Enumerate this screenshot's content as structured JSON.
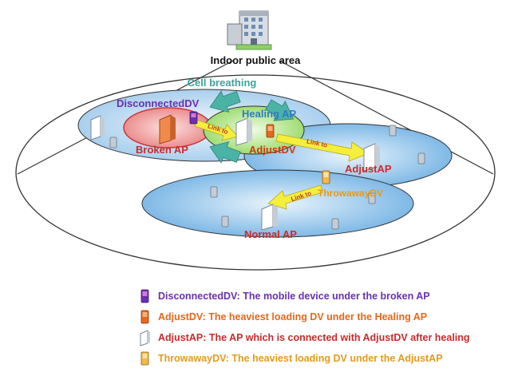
{
  "header": {
    "building_icon": "building-icon",
    "title": "Indoor public area"
  },
  "diagram": {
    "cell_breathing_label": "Cell breathing",
    "healing_ap_label": "Healing AP",
    "broken_ap_label": "Broken AP",
    "disconnected_dv_label": "DisconnectedDV",
    "adjust_dv_label": "AdjustDV",
    "adjust_ap_label": "AdjustAP",
    "throwaway_dv_label": "ThrowawayDV",
    "normal_ap_label": "Normal AP",
    "link_to_label": "Link to"
  },
  "colors": {
    "purple": "#6a2fb3",
    "orange": "#e8671b",
    "red": "#cc2a2a",
    "gold": "#e69a1c",
    "blue_cell": "#7cb8e6",
    "green_cell": "#a8e07a",
    "teal": "#37a69b",
    "arrow_yellow": "#f4ee3c"
  },
  "legend": [
    {
      "icon": "disconnected-dv-icon",
      "text": "DisconnectedDV: The mobile device under the broken AP",
      "color": "#6a2fb3"
    },
    {
      "icon": "adjust-dv-icon",
      "text": "AdjustDV: The heaviest loading DV under the Healing AP",
      "color": "#e8671b"
    },
    {
      "icon": "adjust-ap-icon",
      "text": "AdjustAP: The AP which is connected with AdjustDV after healing",
      "color": "#cc2a2a"
    },
    {
      "icon": "throwaway-dv-icon",
      "text": "ThrowawayDV: The heaviest loading DV under the AdjustAP",
      "color": "#e69a1c"
    }
  ]
}
